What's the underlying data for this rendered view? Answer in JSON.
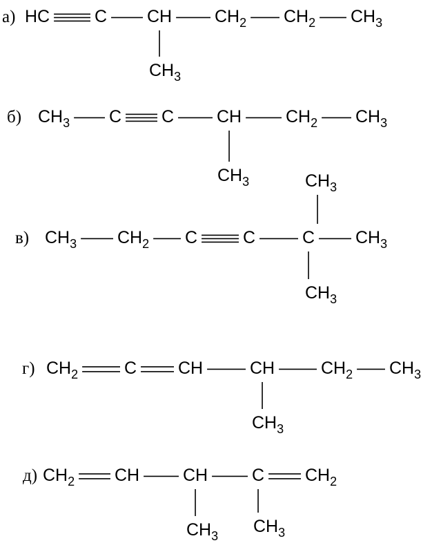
{
  "figure": {
    "structures": [
      {
        "label": "а)",
        "atoms": [
          {
            "id": "a1",
            "main": "HC",
            "sub": ""
          },
          {
            "id": "a2",
            "main": "C",
            "sub": ""
          },
          {
            "id": "a3",
            "main": "CH",
            "sub": ""
          },
          {
            "id": "a4",
            "main": "CH",
            "sub": "2"
          },
          {
            "id": "a5",
            "main": "CH",
            "sub": "2"
          },
          {
            "id": "a6",
            "main": "CH",
            "sub": "3"
          },
          {
            "id": "a7",
            "main": "CH",
            "sub": "3"
          }
        ],
        "bonds": [
          {
            "from": "a1",
            "to": "a2",
            "order": 3
          },
          {
            "from": "a2",
            "to": "a3",
            "order": 1
          },
          {
            "from": "a3",
            "to": "a4",
            "order": 1
          },
          {
            "from": "a4",
            "to": "a5",
            "order": 1
          },
          {
            "from": "a5",
            "to": "a6",
            "order": 1
          },
          {
            "from": "a3",
            "to": "a7",
            "order": 1
          }
        ]
      },
      {
        "label": "б)",
        "atoms": [
          {
            "id": "b1",
            "main": "CH",
            "sub": "3"
          },
          {
            "id": "b2",
            "main": "C",
            "sub": ""
          },
          {
            "id": "b3",
            "main": "C",
            "sub": ""
          },
          {
            "id": "b4",
            "main": "CH",
            "sub": ""
          },
          {
            "id": "b5",
            "main": "CH",
            "sub": "2"
          },
          {
            "id": "b6",
            "main": "CH",
            "sub": "3"
          },
          {
            "id": "b7",
            "main": "CH",
            "sub": "3"
          }
        ],
        "bonds": [
          {
            "from": "b1",
            "to": "b2",
            "order": 1
          },
          {
            "from": "b2",
            "to": "b3",
            "order": 3
          },
          {
            "from": "b3",
            "to": "b4",
            "order": 1
          },
          {
            "from": "b4",
            "to": "b5",
            "order": 1
          },
          {
            "from": "b5",
            "to": "b6",
            "order": 1
          },
          {
            "from": "b4",
            "to": "b7",
            "order": 1
          }
        ]
      },
      {
        "label": "в)",
        "atoms": [
          {
            "id": "c1",
            "main": "CH",
            "sub": "3"
          },
          {
            "id": "c2",
            "main": "CH",
            "sub": "2"
          },
          {
            "id": "c3",
            "main": "C",
            "sub": ""
          },
          {
            "id": "c4",
            "main": "C",
            "sub": ""
          },
          {
            "id": "c5",
            "main": "C",
            "sub": ""
          },
          {
            "id": "c6",
            "main": "CH",
            "sub": "3"
          },
          {
            "id": "c7",
            "main": "CH",
            "sub": "3"
          },
          {
            "id": "c8",
            "main": "CH",
            "sub": "3"
          }
        ],
        "bonds": [
          {
            "from": "c1",
            "to": "c2",
            "order": 1
          },
          {
            "from": "c2",
            "to": "c3",
            "order": 1
          },
          {
            "from": "c3",
            "to": "c4",
            "order": 3
          },
          {
            "from": "c4",
            "to": "c5",
            "order": 1
          },
          {
            "from": "c5",
            "to": "c6",
            "order": 1
          },
          {
            "from": "c5",
            "to": "c7",
            "order": 1
          },
          {
            "from": "c5",
            "to": "c8",
            "order": 1
          }
        ]
      },
      {
        "label": "г)",
        "atoms": [
          {
            "id": "d1",
            "main": "CH",
            "sub": "2"
          },
          {
            "id": "d2",
            "main": "C",
            "sub": ""
          },
          {
            "id": "d3",
            "main": "CH",
            "sub": ""
          },
          {
            "id": "d4",
            "main": "CH",
            "sub": ""
          },
          {
            "id": "d5",
            "main": "CH",
            "sub": "2"
          },
          {
            "id": "d6",
            "main": "CH",
            "sub": "3"
          },
          {
            "id": "d7",
            "main": "CH",
            "sub": "3"
          }
        ],
        "bonds": [
          {
            "from": "d1",
            "to": "d2",
            "order": 2
          },
          {
            "from": "d2",
            "to": "d3",
            "order": 2
          },
          {
            "from": "d3",
            "to": "d4",
            "order": 1
          },
          {
            "from": "d4",
            "to": "d5",
            "order": 1
          },
          {
            "from": "d5",
            "to": "d6",
            "order": 1
          },
          {
            "from": "d4",
            "to": "d7",
            "order": 1
          }
        ]
      },
      {
        "label": "д)",
        "atoms": [
          {
            "id": "e1",
            "main": "CH",
            "sub": "2"
          },
          {
            "id": "e2",
            "main": "CH",
            "sub": ""
          },
          {
            "id": "e3",
            "main": "CH",
            "sub": ""
          },
          {
            "id": "e4",
            "main": "C",
            "sub": ""
          },
          {
            "id": "e5",
            "main": "CH",
            "sub": "2"
          },
          {
            "id": "e6",
            "main": "CH",
            "sub": "3"
          },
          {
            "id": "e7",
            "main": "CH",
            "sub": "3"
          }
        ],
        "bonds": [
          {
            "from": "e1",
            "to": "e2",
            "order": 2
          },
          {
            "from": "e2",
            "to": "e3",
            "order": 1
          },
          {
            "from": "e3",
            "to": "e4",
            "order": 1
          },
          {
            "from": "e4",
            "to": "e5",
            "order": 2
          },
          {
            "from": "e3",
            "to": "e6",
            "order": 1
          },
          {
            "from": "e4",
            "to": "e7",
            "order": 1
          }
        ]
      }
    ]
  }
}
